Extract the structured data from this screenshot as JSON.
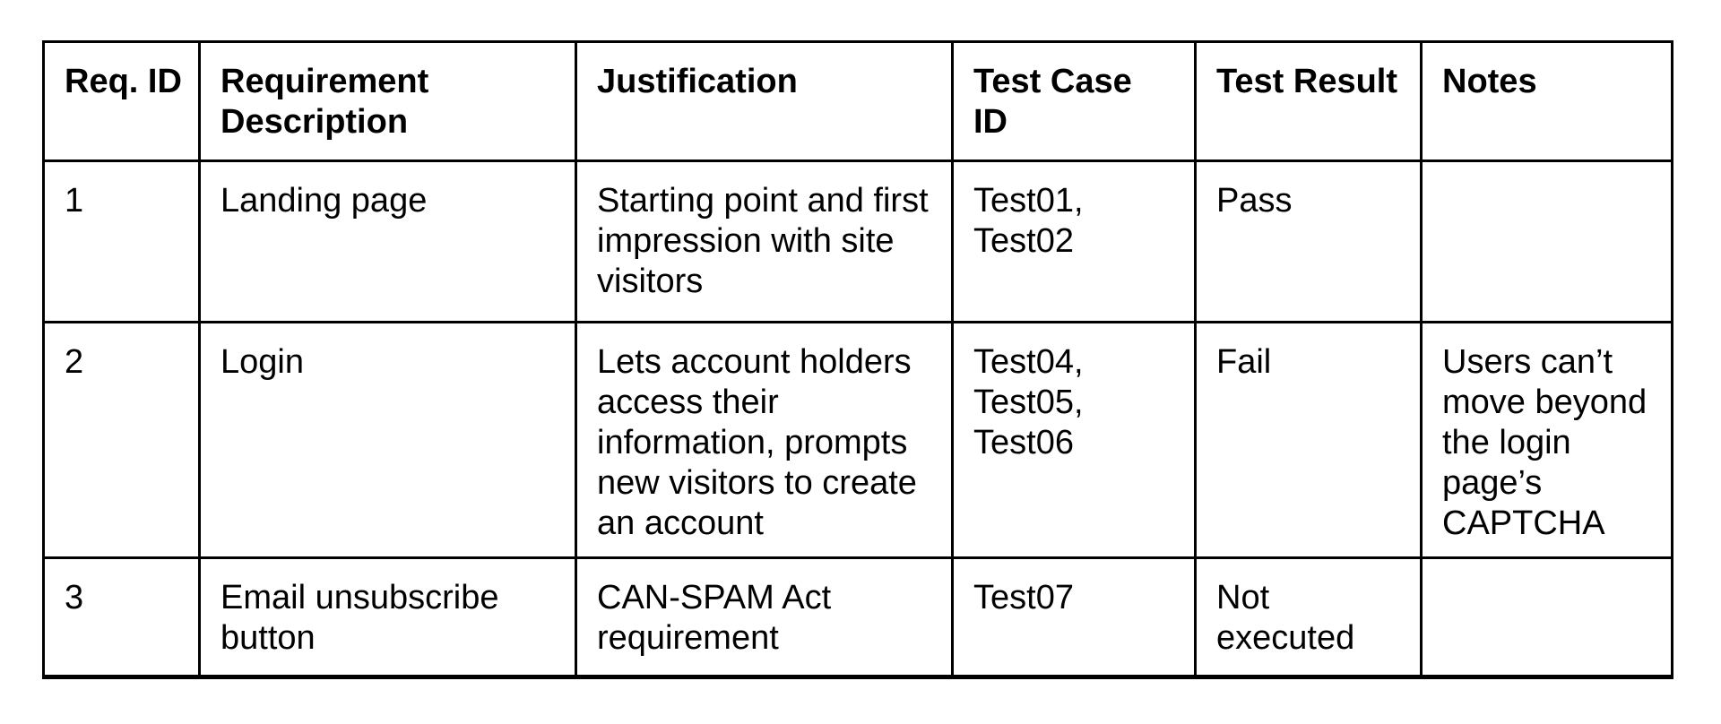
{
  "table": {
    "columns": [
      "Req. ID",
      "Requirement Description",
      "Justification",
      "Test Case ID",
      "Test Result",
      "Notes"
    ],
    "rows": [
      {
        "req_id": "1",
        "description": "Landing page",
        "justification": "Starting point and first impression with site visitors",
        "test_case_id": "Test01, Test02",
        "test_result": "Pass",
        "notes": ""
      },
      {
        "req_id": "2",
        "description": "Login",
        "justification": "Lets account holders access their information, prompts new visitors to create an account",
        "test_case_id": "Test04, Test05, Test06",
        "test_result": "Fail",
        "notes": "Users can’t move beyond the login page’s CAPTCHA"
      },
      {
        "req_id": "3",
        "description": "Email unsubscribe button",
        "justification": "CAN-SPAM Act requirement",
        "test_case_id": "Test07",
        "test_result": "Not executed",
        "notes": ""
      }
    ]
  }
}
